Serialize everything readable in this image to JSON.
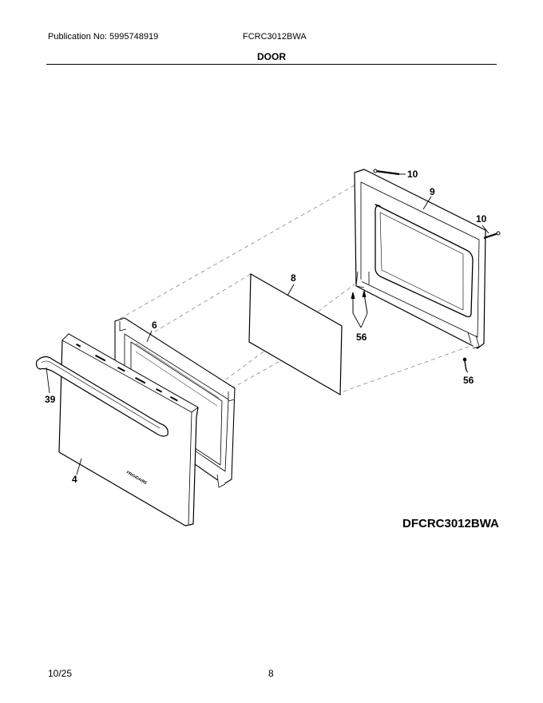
{
  "header": {
    "publication": "Publication No: 5995748919",
    "model": "FCRC3012BWA",
    "section_title": "DOOR"
  },
  "diagram": {
    "id": "DFCRC3012BWA",
    "brand_mark": "FRIGIDAIRE",
    "part_labels": {
      "p10a": "10",
      "p9": "9",
      "p10b": "10",
      "p8": "8",
      "p56a": "56",
      "p6": "6",
      "p56b": "56",
      "p39": "39",
      "p4": "4"
    }
  },
  "footer": {
    "date": "10/25",
    "page": "8"
  }
}
